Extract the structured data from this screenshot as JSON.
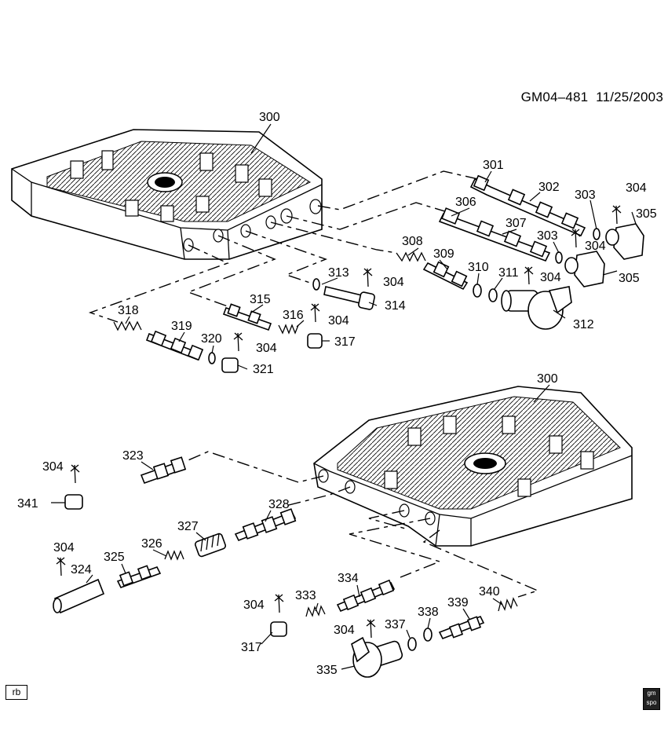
{
  "header": {
    "code": "GM04–481",
    "date": "11/25/2003"
  },
  "footer": {
    "left_tag": "rb",
    "logo_line1": "gm",
    "logo_line2": "spo"
  },
  "diagram": {
    "callouts": [
      {
        "id": "c300a",
        "text": "300"
      },
      {
        "id": "c301",
        "text": "301"
      },
      {
        "id": "c302",
        "text": "302"
      },
      {
        "id": "c303a",
        "text": "303"
      },
      {
        "id": "c304a",
        "text": "304"
      },
      {
        "id": "c305a",
        "text": "305"
      },
      {
        "id": "c306",
        "text": "306"
      },
      {
        "id": "c307",
        "text": "307"
      },
      {
        "id": "c303b",
        "text": "303"
      },
      {
        "id": "c304b",
        "text": "304"
      },
      {
        "id": "c305b",
        "text": "305"
      },
      {
        "id": "c308",
        "text": "308"
      },
      {
        "id": "c309",
        "text": "309"
      },
      {
        "id": "c310",
        "text": "310"
      },
      {
        "id": "c311",
        "text": "311"
      },
      {
        "id": "c304c",
        "text": "304"
      },
      {
        "id": "c312",
        "text": "312"
      },
      {
        "id": "c313",
        "text": "313"
      },
      {
        "id": "c304d",
        "text": "304"
      },
      {
        "id": "c314",
        "text": "314"
      },
      {
        "id": "c315",
        "text": "315"
      },
      {
        "id": "c316",
        "text": "316"
      },
      {
        "id": "c304e",
        "text": "304"
      },
      {
        "id": "c317a",
        "text": "317"
      },
      {
        "id": "c318",
        "text": "318"
      },
      {
        "id": "c319",
        "text": "319"
      },
      {
        "id": "c320",
        "text": "320"
      },
      {
        "id": "c304f",
        "text": "304"
      },
      {
        "id": "c321",
        "text": "321"
      },
      {
        "id": "c300b",
        "text": "300"
      },
      {
        "id": "c304g",
        "text": "304"
      },
      {
        "id": "c323",
        "text": "323"
      },
      {
        "id": "c341",
        "text": "341"
      },
      {
        "id": "c328",
        "text": "328"
      },
      {
        "id": "c327",
        "text": "327"
      },
      {
        "id": "c304h",
        "text": "304"
      },
      {
        "id": "c326",
        "text": "326"
      },
      {
        "id": "c325",
        "text": "325"
      },
      {
        "id": "c324",
        "text": "324"
      },
      {
        "id": "c334",
        "text": "334"
      },
      {
        "id": "c304i",
        "text": "304"
      },
      {
        "id": "c333",
        "text": "333"
      },
      {
        "id": "c340",
        "text": "340"
      },
      {
        "id": "c339",
        "text": "339"
      },
      {
        "id": "c338",
        "text": "338"
      },
      {
        "id": "c337",
        "text": "337"
      },
      {
        "id": "c304j",
        "text": "304"
      },
      {
        "id": "c317b",
        "text": "317"
      },
      {
        "id": "c335",
        "text": "335"
      }
    ]
  }
}
